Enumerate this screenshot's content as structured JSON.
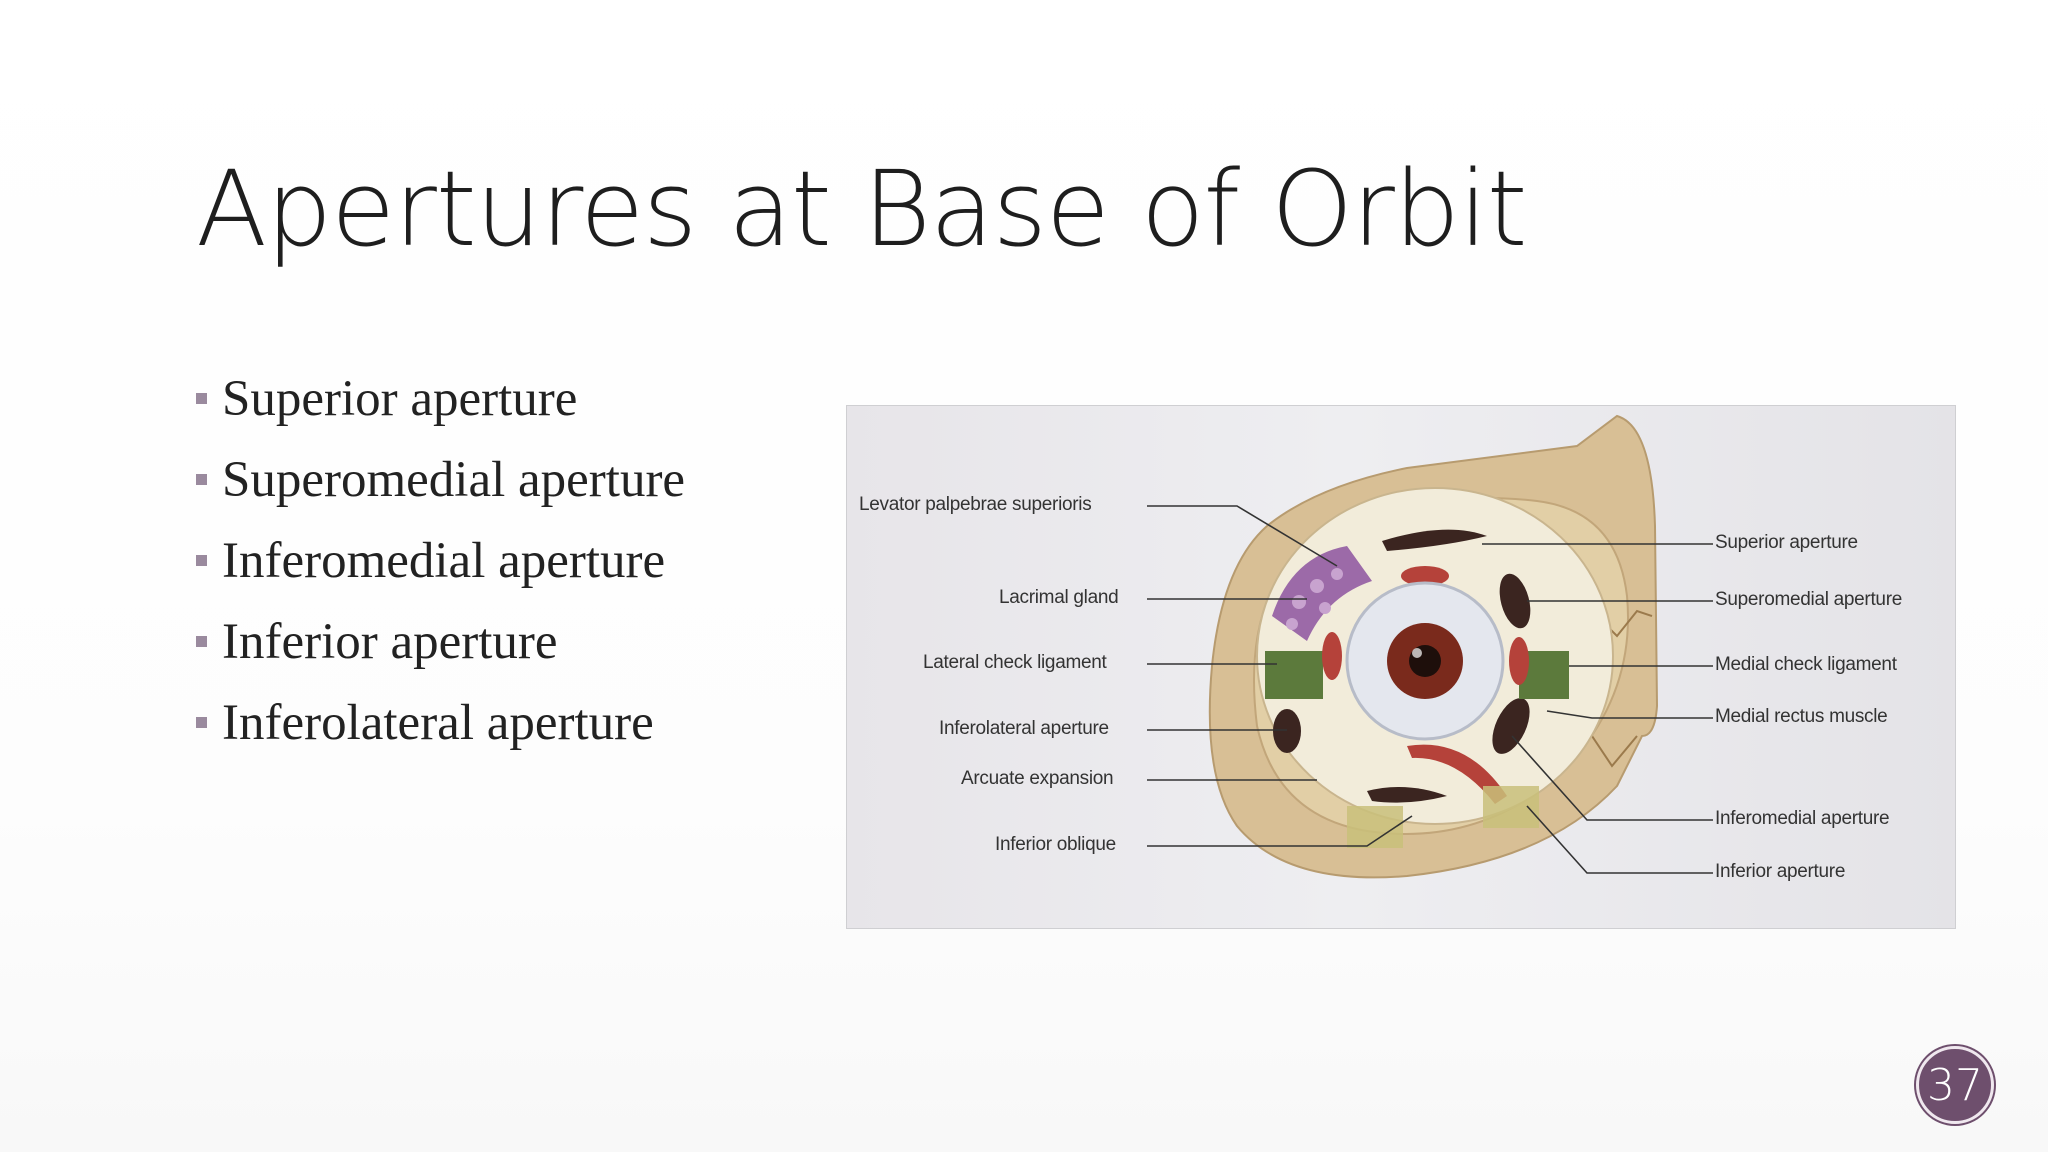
{
  "slide": {
    "title": "Apertures at Base of Orbit",
    "bullets": [
      "Superior aperture",
      "Superomedial aperture",
      "Inferomedial aperture",
      "Inferior aperture",
      "Inferolateral aperture"
    ],
    "figure": {
      "left_labels": [
        "Levator palpebrae superioris",
        "Lacrimal gland",
        "Lateral check ligament",
        "Inferolateral aperture",
        "Arcuate expansion",
        "Inferior oblique"
      ],
      "right_labels": [
        "Superior aperture",
        "Superomedial aperture",
        "Medial check ligament",
        "Medial rectus muscle",
        "Inferomedial aperture",
        "Inferior aperture"
      ]
    },
    "page_number": "37"
  }
}
